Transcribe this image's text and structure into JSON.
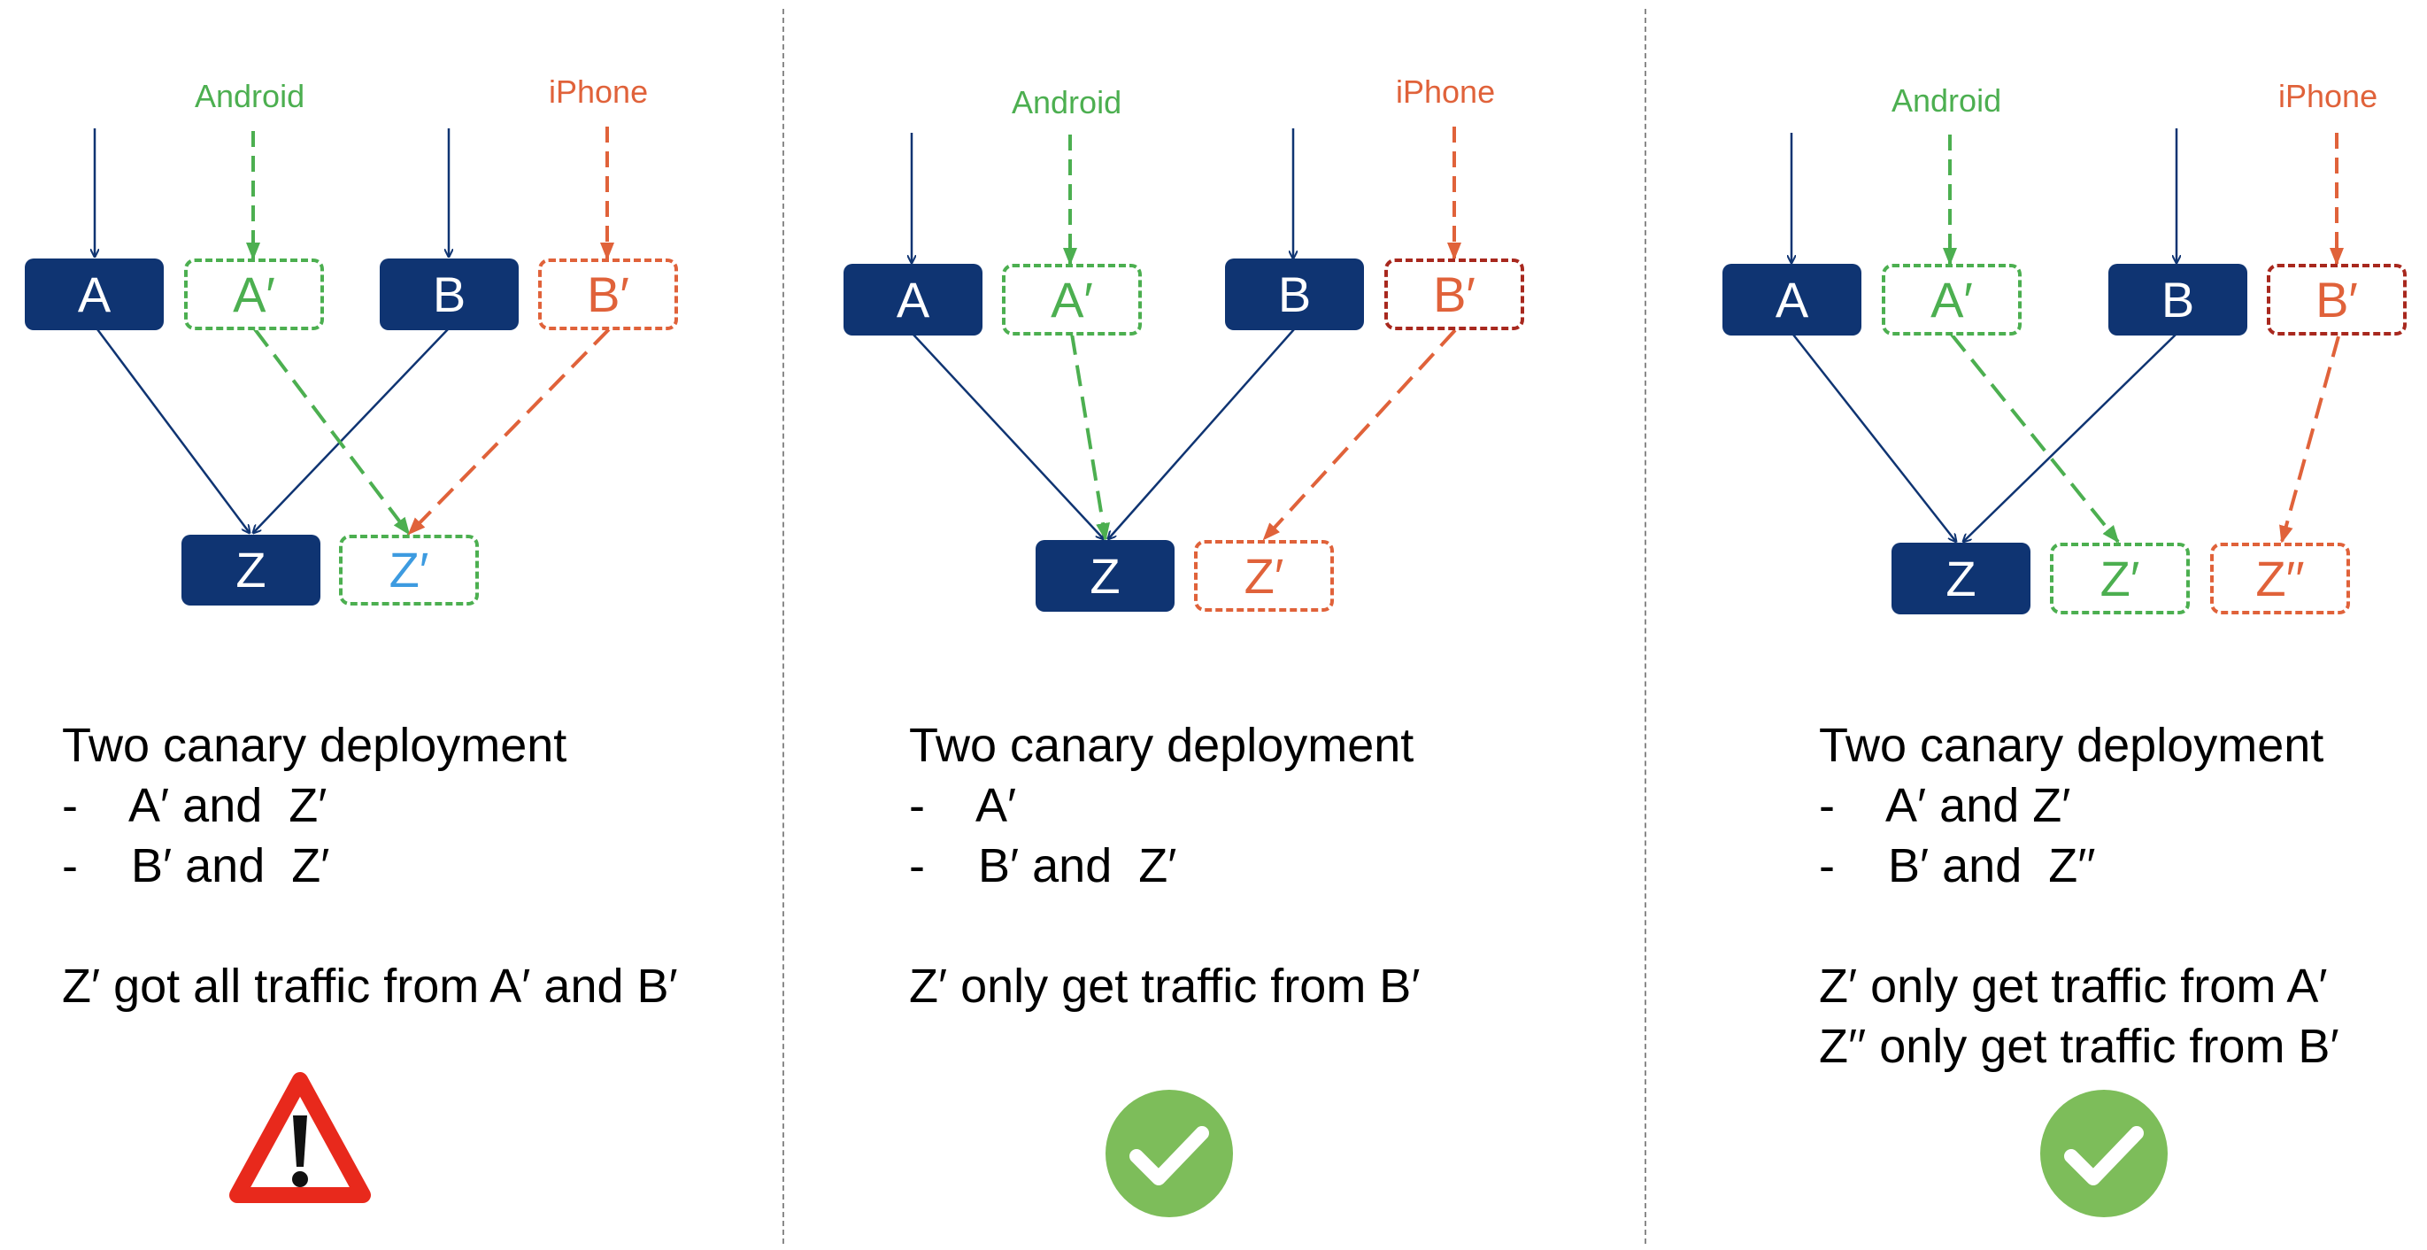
{
  "panels": [
    {
      "sources": {
        "android": "Android",
        "iphone": "iPhone"
      },
      "nodes": {
        "a": "A",
        "a_canary": "A′",
        "b": "B",
        "b_canary": "B′",
        "z": "Z",
        "z_canary": "Z′"
      },
      "caption": [
        "Two canary deployment",
        "-    A′ and  Z′",
        "-    B′ and  Z′"
      ],
      "note": [
        "Z′ got all traffic from A′ and B′"
      ],
      "status_icon": "warning-triangle-icon"
    },
    {
      "sources": {
        "android": "Android",
        "iphone": "iPhone"
      },
      "nodes": {
        "a": "A",
        "a_canary": "A′",
        "b": "B",
        "b_canary": "B′",
        "z": "Z",
        "z_canary": "Z′"
      },
      "caption": [
        "Two canary deployment",
        "-    A′",
        "-    B′ and  Z′"
      ],
      "note": [
        "Z′ only get traffic from B′"
      ],
      "status_icon": "check-circle-icon"
    },
    {
      "sources": {
        "android": "Android",
        "iphone": "iPhone"
      },
      "nodes": {
        "a": "A",
        "a_canary": "A′",
        "b": "B",
        "b_canary": "B′",
        "z": "Z",
        "z_canary": "Z′",
        "z_canary_2": "Z′′"
      },
      "caption": [
        "Two canary deployment",
        "-    A′ and Z′",
        "-    B′ and  Z′′"
      ],
      "note": [
        "Z′ only get traffic from A′",
        "Z′′ only get traffic from B′"
      ],
      "status_icon": "check-circle-icon"
    }
  ],
  "colors": {
    "navy": "#0f3472",
    "android_green": "#4caf50",
    "iphone_orange": "#e0623a",
    "canary_red": "#a8281e",
    "z_blue": "#3d9be0",
    "warning_red": "#e8291c",
    "check_green": "#7dbd5a"
  }
}
